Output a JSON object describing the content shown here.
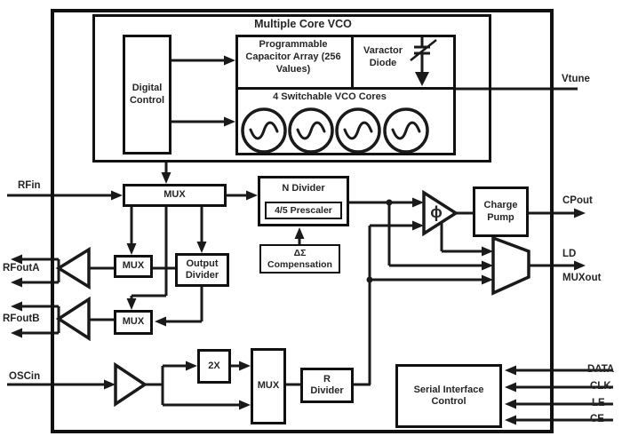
{
  "diagram": {
    "vco_title": "Multiple Core VCO",
    "digital_control": "Digital Control",
    "capacitor_array": "Programmable Capacitor Array (256 Values)",
    "varactor_diode": "Varactor Diode",
    "vco_cores": "4 Switchable VCO Cores",
    "mux": "MUX",
    "n_divider": "N Divider",
    "prescaler": "4/5 Prescaler",
    "ds_compensation": "ΔΣ Compensation",
    "phase_detector_symbol": "ϕ",
    "charge_pump": "Charge Pump",
    "output_divider": "Output Divider",
    "doubler": "2X",
    "r_divider": "R Divider",
    "serial_interface": "Serial Interface Control",
    "pins": {
      "vtune": "Vtune",
      "rfin": "RFin",
      "rfouta": "RFoutA",
      "rfoutb": "RFoutB",
      "oscin": "OSCin",
      "cpout": "CPout",
      "ld": "LD",
      "muxout": "MUXout",
      "data": "DATA",
      "clk": "CLK",
      "le": "LE",
      "ce": "CE"
    },
    "colors": {
      "line": "#1a1a1a",
      "text": "#262626",
      "background": "#ffffff"
    }
  }
}
